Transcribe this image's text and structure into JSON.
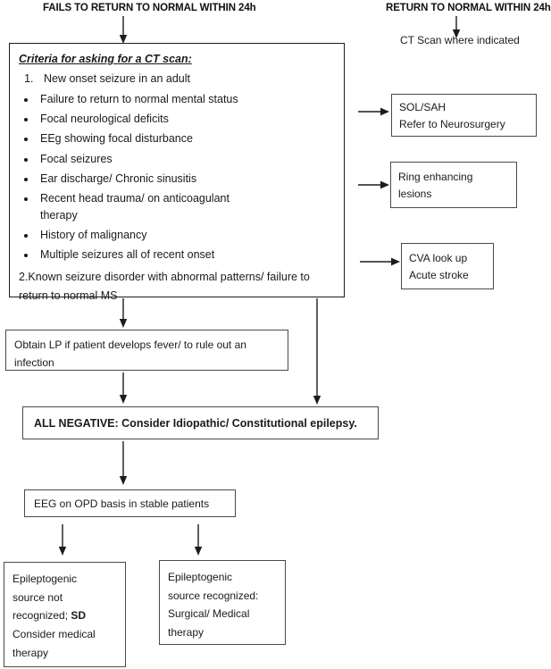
{
  "headers": {
    "left": "FAILS TO RETURN TO NORMAL WITHIN 24h",
    "right": "RETURN TO NORMAL WITHIN 24h"
  },
  "right_branch": {
    "ct_scan_note": "CT Scan where indicated"
  },
  "criteria_box": {
    "title": "Criteria for asking for a CT scan:",
    "item1": "New onset seizure in an adult",
    "bullets": [
      "Failure to return to normal mental status",
      "Focal neurological deficits",
      "EEg showing focal disturbance",
      "Focal seizures",
      "Ear discharge/ Chronic sinusitis",
      "Recent head trauma/ on anticoagulant therapy",
      "History of malignancy",
      "Multiple seizures all of recent onset"
    ],
    "item2": "2.Known seizure disorder with abnormal patterns/ failure to return to normal MS"
  },
  "findings": [
    {
      "id": "sol-sah",
      "line1": "SOL/SAH",
      "line2": "Refer to Neurosurgery"
    },
    {
      "id": "ring-enhancing",
      "line1": "Ring enhancing",
      "line2": "lesions"
    },
    {
      "id": "cva",
      "line1": "CVA look up",
      "line2": "Acute stroke"
    }
  ],
  "pathway": {
    "lp_box": "Obtain LP if patient develops fever/ to rule out an infection",
    "all_negative_box": "ALL NEGATIVE: Consider Idiopathic/ Constitutional epilepsy.",
    "eeg_box": "EEG on OPD basis in stable patients"
  },
  "outcomes": {
    "left": {
      "line1": "Epileptogenic",
      "line2": "source not",
      "line3_prefix": "recognized; ",
      "line3_bold": "SD",
      "line4": "Consider medical",
      "line5": "therapy"
    },
    "right": {
      "line1": "Epileptogenic",
      "line2": "source recognized:",
      "line3": "Surgical/ Medical",
      "line4": "therapy"
    }
  },
  "colors": {
    "stroke": "#1c1c1c",
    "box_border": "#4a4a4a",
    "text": "#1a1a1a",
    "background": "#ffffff"
  }
}
